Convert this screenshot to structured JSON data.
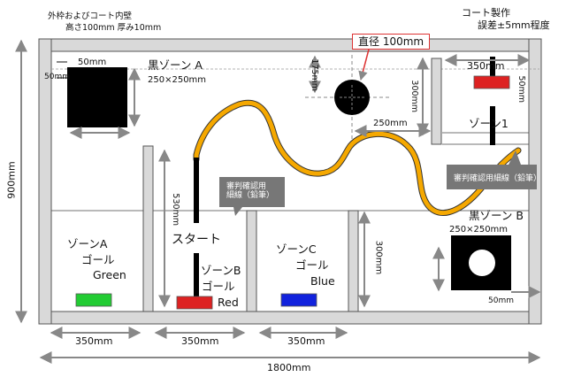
{
  "header": {
    "wall_note_line1": "外枠およびコート内壁",
    "wall_note_line2": "高さ100mm 厚み10mm",
    "tolerance_line1": "コート製作",
    "tolerance_line2": "誤差±5mm程度"
  },
  "dimensions": {
    "total_width": "1800mm",
    "total_height": "900mm",
    "zone_a_width": "350mm",
    "start_width": "350mm",
    "zone_c_width": "350mm",
    "wall_height_530": "530mm",
    "lower_wall_300": "300mm",
    "circle_offset_175": "175mm",
    "circle_depth_300": "300mm",
    "circle_offset_250": "250mm",
    "zone1_width": "350mm",
    "zone1_height": "50mm",
    "black_a_gap_top": "50mm",
    "black_a_gap_left": "50mm",
    "black_b_gap": "50mm"
  },
  "zones": {
    "black_a_title": "黒ゾーン  A",
    "black_a_size": "250×250mm",
    "black_b_title": "黒ゾーン  B",
    "black_b_size": "250×250mm",
    "zone1": "ゾーン1",
    "start": "スタート",
    "zone_a_line1": "ゾーンA",
    "zone_a_line2": "ゴール",
    "zone_a_line3": "Green",
    "zone_b_line1": "ゾーンB",
    "zone_b_line2": "ゴール",
    "zone_b_line3": "Red",
    "zone_c_line1": "ゾーンC",
    "zone_c_line2": "ゴール",
    "zone_c_line3": "Blue"
  },
  "annotations": {
    "diameter": "直径  100mm",
    "referee_line_1": "審判確認用\n細線（鉛筆）",
    "referee_line_2": "審判確認用細線（鉛筆）"
  },
  "colors": {
    "wall": "#d9d9d9",
    "line_track": "#f5a800",
    "goal_green": "#22cc33",
    "goal_red": "#dd2222",
    "goal_blue": "#1122dd",
    "callout": "#777777"
  }
}
